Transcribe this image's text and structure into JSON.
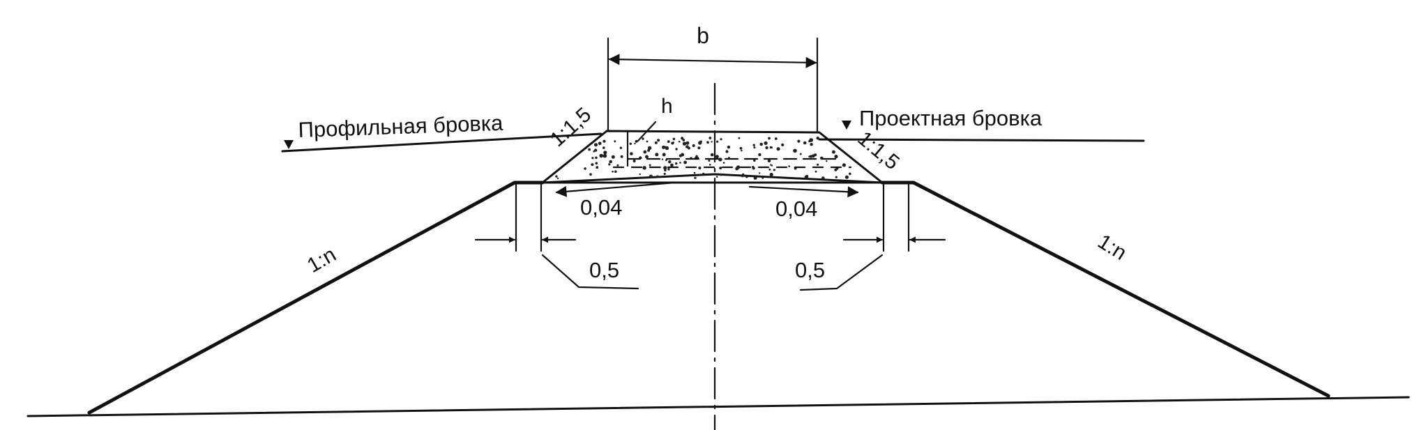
{
  "labels": {
    "width": "b",
    "height": "h",
    "profile_edge": "Профильная бровка",
    "design_edge": "Проектная бровка",
    "left_slope_top": "1:1,5",
    "right_slope_top": "1:1,5",
    "left_slope_main": "1:n",
    "right_slope_main": "1:n",
    "left_cross_slope": "0,04",
    "right_cross_slope": "0,04",
    "left_berm": "0,5",
    "right_berm": "0,5"
  }
}
